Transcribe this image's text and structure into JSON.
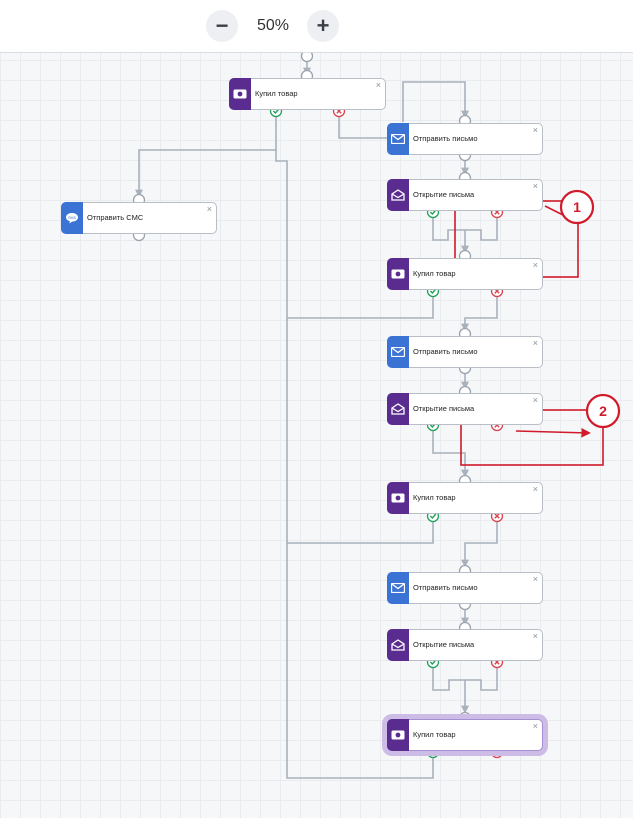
{
  "zoom": {
    "level": "50%",
    "minus_label": "−",
    "plus_label": "+"
  },
  "nodes": {
    "buy_1": "Купил товар",
    "sms": "Отправить СМС",
    "send_1": "Отправить письмо",
    "open_1": "Открытие письма",
    "buy_2": "Купил товар",
    "send_2": "Отправить письмо",
    "open_2": "Открытие письма",
    "buy_3": "Купил товар",
    "send_3": "Отправить письмо",
    "open_3": "Открытие письма",
    "buy_4": "Купил товар"
  },
  "node_close_glyph": "×",
  "annotations": {
    "marker_1": "1",
    "marker_2": "2"
  },
  "colors": {
    "purple": "#5b2c8f",
    "blue": "#3b73d4",
    "connector": "#a9b1bb",
    "ok": "#21a05b",
    "fail": "#d9434f",
    "annotation": "#d11a2a"
  },
  "icons": {
    "buy": "money-icon",
    "send": "envelope-icon",
    "open": "open-envelope-icon",
    "sms": "sms-chat-icon",
    "success": "check-icon",
    "failure": "cross-icon",
    "zoom_out": "minus-icon",
    "zoom_in": "plus-icon"
  }
}
